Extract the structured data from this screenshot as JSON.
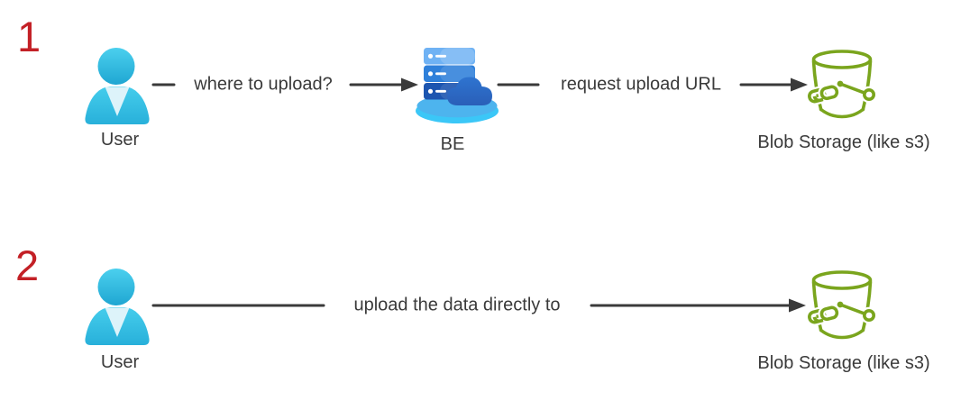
{
  "diagram": {
    "title_hint": "pre-signed upload flow diagram",
    "colors": {
      "background": "#ffffff",
      "text": "#3a3a3a",
      "arrow": "#3a3a3a",
      "step_number_red": "#c32026",
      "bucket_green": "#7aa51d",
      "user_cyan": "#2fbfe2",
      "server_blue_light": "#6fb2f4",
      "server_blue_mid": "#2f80da",
      "server_blue_dark": "#1c55b0",
      "platform_cyan": "#3bc7f7"
    },
    "steps": [
      {
        "number": "1",
        "nodes": [
          {
            "icon": "user-icon",
            "label": "User"
          },
          {
            "icon": "backend-server-icon",
            "label": "BE"
          },
          {
            "icon": "blob-storage-bucket-icon",
            "label": "Blob Storage (like s3)"
          }
        ],
        "edges": [
          {
            "from": "User",
            "to": "BE",
            "label": "where to upload?"
          },
          {
            "from": "BE",
            "to": "Blob Storage (like s3)",
            "label": "request upload URL"
          }
        ]
      },
      {
        "number": "2",
        "nodes": [
          {
            "icon": "user-icon",
            "label": "User"
          },
          {
            "icon": "blob-storage-bucket-icon",
            "label": "Blob Storage (like s3)"
          }
        ],
        "edges": [
          {
            "from": "User",
            "to": "Blob Storage (like s3)",
            "label": "upload the data directly to"
          }
        ]
      }
    ]
  }
}
